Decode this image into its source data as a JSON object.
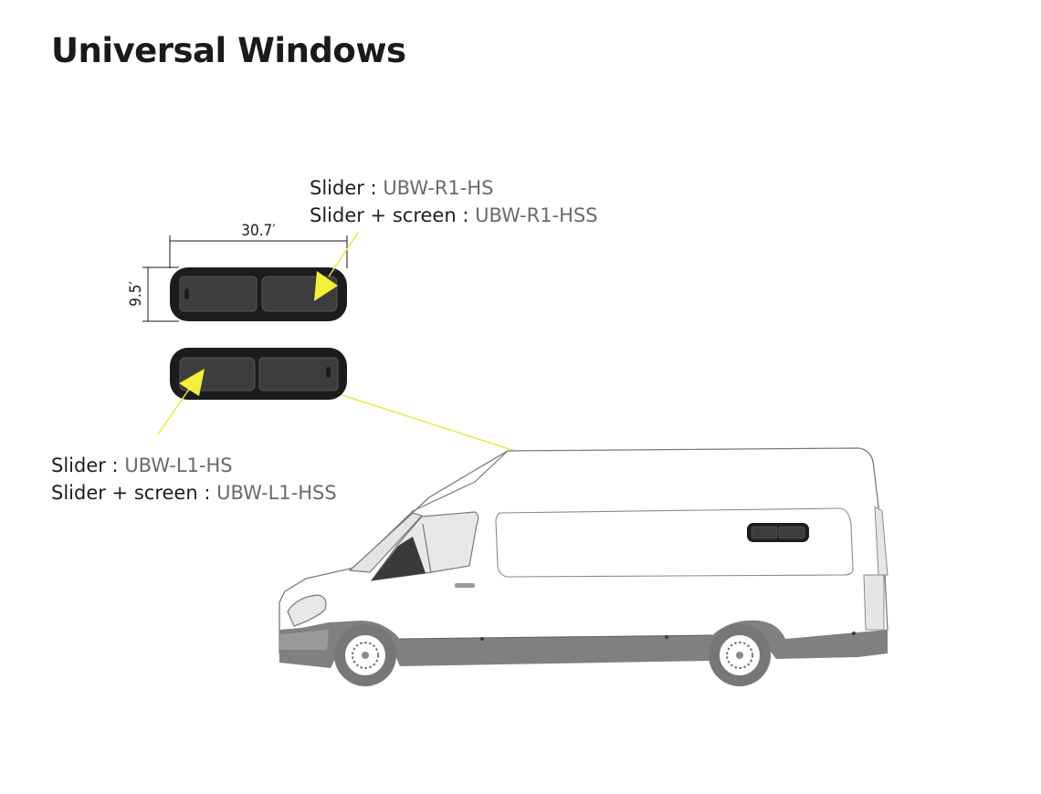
{
  "title": "Universal Windows",
  "dimensions": {
    "width_label": "30.7′",
    "height_label": "9.5′"
  },
  "right_window": {
    "line1": {
      "label": "Slider : ",
      "code": "UBW-R1-HS"
    },
    "line2": {
      "label": "Slider + screen : ",
      "code": "UBW-R1-HSS"
    }
  },
  "left_window": {
    "line1": {
      "label": "Slider : ",
      "code": "UBW-L1-HS"
    },
    "line2": {
      "label": "Slider + screen : ",
      "code": "UBW-L1-HSS"
    }
  },
  "colors": {
    "arrow": "#f5ee3a",
    "leader_line": "#eeea3a",
    "window_frame": "#1c1c1c",
    "window_glass": "#3a3a3a",
    "van_outline": "#7a7a7a",
    "van_lower_body": "#808080"
  }
}
